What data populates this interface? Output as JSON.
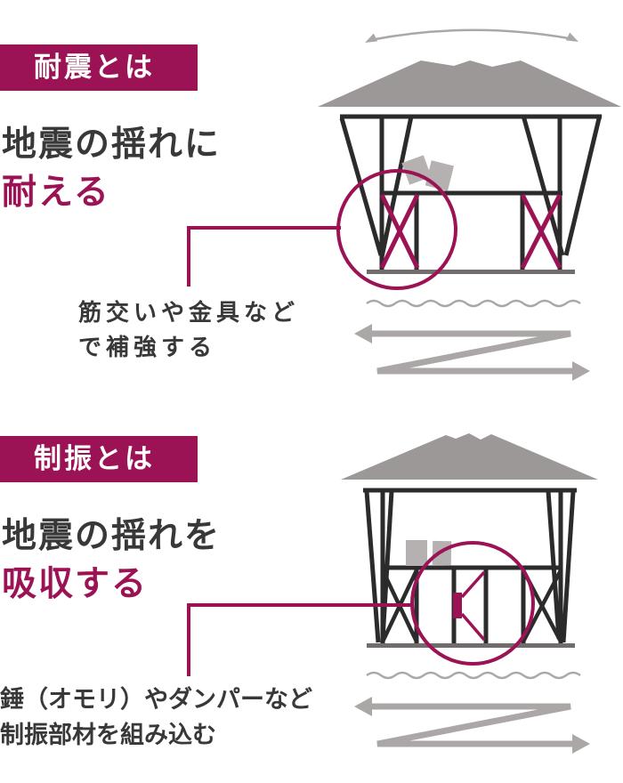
{
  "theme": {
    "accent": "#9C1355",
    "frame_color": "#2B2B2B",
    "roof_gray": "#9C9898",
    "tile_gray": "#B5B1B1",
    "arrow_gray": "#ACA7A7",
    "ground_gray": "#716D6D",
    "text_dark": "#383838",
    "background": "#FFFFFF"
  },
  "sections": [
    {
      "id": "taishin",
      "badge": "耐震とは",
      "heading": {
        "line1": "地震の揺れに",
        "line2": "耐える"
      },
      "note": {
        "line1": "筋交いや金具など",
        "line2": "で補強する"
      },
      "illustration": {
        "name": "swaying-house-with-x-braces",
        "icons": [
          "sway-arrow",
          "fallen-roof-tiles",
          "x-brace-highlight-circle",
          "ground-wave",
          "shake-direction-arrows"
        ]
      }
    },
    {
      "id": "seishin",
      "badge": "制振とは",
      "heading": {
        "line1": "地震の揺れを",
        "line2": "吸収する"
      },
      "note": {
        "line1": "錘（オモリ）やダンパーなど",
        "line2": "制振部材を組み込む"
      },
      "illustration": {
        "name": "stable-house-with-damper",
        "icons": [
          "damper-highlight-circle",
          "ground-wave",
          "shake-direction-arrows"
        ]
      }
    }
  ]
}
